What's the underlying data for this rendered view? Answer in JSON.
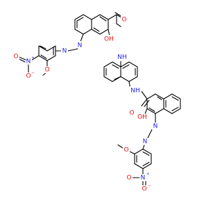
{
  "colors": {
    "nitrogen": "#2222ee",
    "oxygen": "#ee1111",
    "bond": "#000000",
    "background": "#ffffff"
  },
  "labels": {
    "o_carbonyl_top": "O",
    "oh_top": "OH",
    "nh_top": "NH",
    "n_azo_top_1": "N",
    "n_azo_top_2": "N",
    "n_nitro_top": "N",
    "o_nitro_top_1": "O",
    "o_nitro_top_2": "O",
    "o_methoxy_top": "O",
    "plus_top": "+",
    "minus_top": "−",
    "nh_bottom": "NH",
    "o_carbonyl_bottom": "O",
    "oh_bottom": "OH",
    "n_azo_bottom_1": "N",
    "n_azo_bottom_2": "N",
    "o_methoxy_bottom": "O",
    "n_nitro_bottom": "N",
    "o_nitro_bottom_1": "O",
    "o_nitro_bottom_2": "O",
    "plus_bottom": "+",
    "minus_bottom": "−"
  }
}
